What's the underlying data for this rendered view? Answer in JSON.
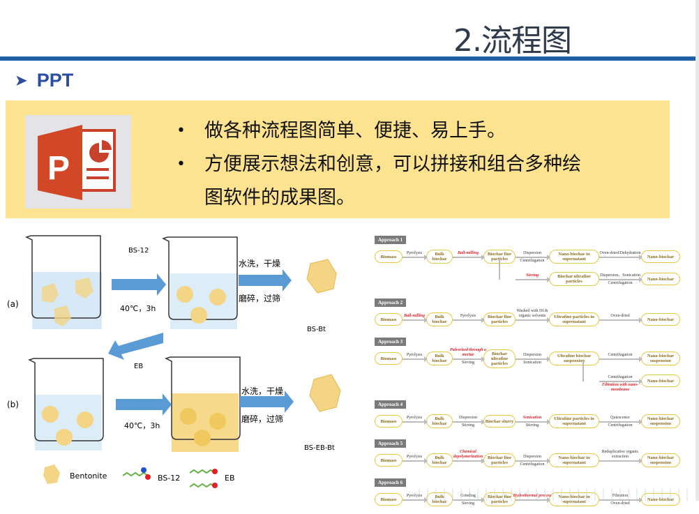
{
  "header": {
    "title": "2.流程图"
  },
  "section": {
    "arrow_icon": "arrow-right-icon",
    "label": "PPT"
  },
  "panel": {
    "bullets": [
      "做各种流程图简单、便捷、易上手。",
      "方便展示想法和创意，可以拼接和组合多种绘",
      "图软件的成果图。"
    ],
    "logo_icon": "powerpoint-icon"
  },
  "diagram": {
    "label_a": "(a)",
    "label_b": "(b)",
    "reagent_a": "BS-12",
    "cond_a": "40℃，3h",
    "reagent_b": "EB",
    "cond_b": "40℃，3h",
    "wash": "水洗，干燥",
    "grind": "磨碎，过筛",
    "wash_b": "水洗，干燥",
    "grind_b": "磨碎，过筛",
    "product_a": "BS-Bt",
    "product_b": "BS-EB-Bt",
    "legend": [
      "Bentonite",
      "BS-12",
      "EB"
    ]
  },
  "flowchart": {
    "approaches": [
      {
        "title": "Approach 1",
        "main": [
          "Biomass",
          {
            "t": "Pyrolysis",
            "b": ""
          },
          "Bulk biochar",
          {
            "t": "Ball-milling",
            "b": "",
            "red": "t"
          },
          "Biochar fine particles",
          {
            "t": "Dispersion",
            "b": "Centrifugation"
          },
          "Nano-biochar in supernatant",
          {
            "t": "Oven-dried/Dehydration",
            "b": ""
          },
          "Nano-biochar"
        ],
        "branch": [
          {
            "t": "Sieving",
            "b": "",
            "red": "t"
          },
          "Biochar ultrafine particles",
          {
            "t": "Dispersion、Sonication",
            "b": "Centrifugation"
          },
          "Nano-biochar"
        ]
      },
      {
        "title": "Approach 2",
        "main": [
          "Biomass",
          {
            "t": "Ball-milling",
            "b": "",
            "red": "t"
          },
          "Bulk biochar",
          {
            "t": "Pyrolysis",
            "b": ""
          },
          "Biochar fine particles",
          {
            "t": "Washed with DI & organic solvents",
            "b": ""
          },
          "Ultrafine particles in supernatant",
          {
            "t": "Oven-dried",
            "b": ""
          },
          "Nano-biochar"
        ]
      },
      {
        "title": "Approach 3",
        "main": [
          "Biomass",
          {
            "t": "Pyrolysis",
            "b": ""
          },
          "Bulk biochar",
          {
            "t": "Pulverized through a mortar",
            "b": "Sieving",
            "red": "t"
          },
          "Biochar ultrafine particles",
          {
            "t": "Dispersion",
            "b": "Sonication"
          },
          "Ultrafine biochar suspension",
          {
            "t": "Centrifugation",
            "b": ""
          },
          "Nano-biochar suspension"
        ],
        "branch": [
          {
            "t": "Centrifugation",
            "b": "Filtration with nano-membrane",
            "red": "b"
          },
          "Nano-biochar"
        ]
      },
      {
        "title": "Approach 4",
        "main": [
          "Biomass",
          {
            "t": "Pyrolysis",
            "b": ""
          },
          "Bulk biochar",
          {
            "t": "Dispersion",
            "b": "Stirring"
          },
          "Biochar slurry",
          {
            "t": "Sonication",
            "b": "Stirring",
            "red": "t"
          },
          "Ultrafine particles in supernatant",
          {
            "t": "Quiescence",
            "b": "Centrifugation"
          },
          "Nano-biochar suspension"
        ]
      },
      {
        "title": "Approach 5",
        "main": [
          "Biomass",
          {
            "t": "Pyrolysis",
            "b": ""
          },
          "Bulk biochar",
          {
            "t": "Chemical depolymerization",
            "b": "",
            "red": "t"
          },
          "Biochar fine particles",
          {
            "t": "Dispersion",
            "b": "Centrifugation"
          },
          "Nano-biochar in supernatant",
          {
            "t": "Reduplicative organic extraction",
            "b": ""
          },
          "Nano-biochar suspension"
        ]
      },
      {
        "title": "Approach 6",
        "main": [
          "Biomass",
          {
            "t": "Pyrolysis",
            "b": ""
          },
          "Bulk biochar",
          {
            "t": "Grinding",
            "b": "Sieving"
          },
          "Biochar fine particles",
          {
            "t": "Hydrothermal process",
            "b": "",
            "red": "t"
          },
          "Nano-biochar in supernatant",
          {
            "t": "Filtration",
            "b": "Oven-dried"
          },
          "Nano-biochar"
        ]
      }
    ]
  },
  "colors": {
    "accent": "#1f5fa6",
    "panel": "#fde28f",
    "node_border": "#e8c840",
    "highlight": "#e41e26"
  }
}
